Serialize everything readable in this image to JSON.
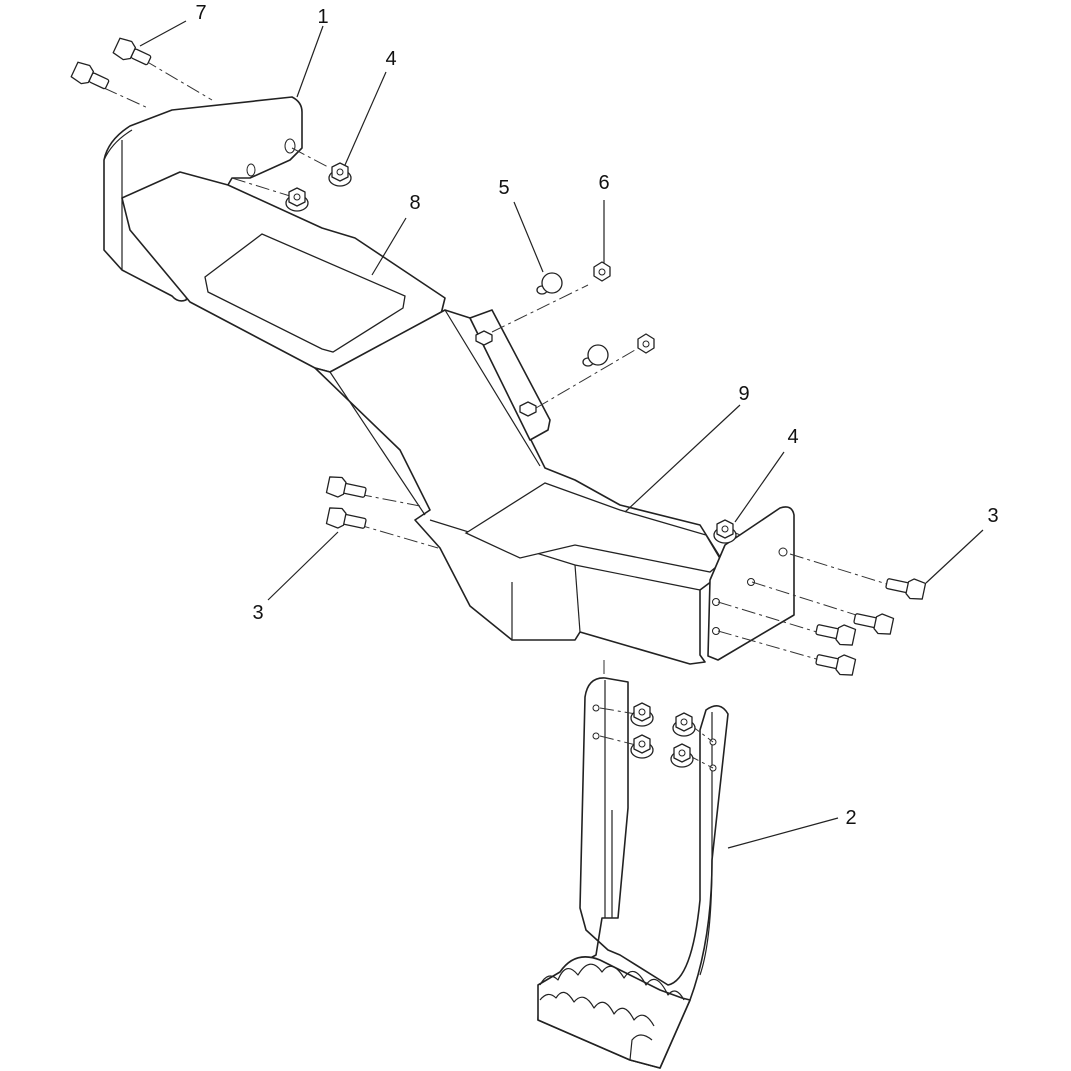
{
  "callouts": {
    "c1": "1",
    "c2": "2",
    "c3a": "3",
    "c3b": "3",
    "c4a": "4",
    "c4b": "4",
    "c5": "5",
    "c6": "6",
    "c7": "7",
    "c8": "8",
    "c9": "9"
  }
}
